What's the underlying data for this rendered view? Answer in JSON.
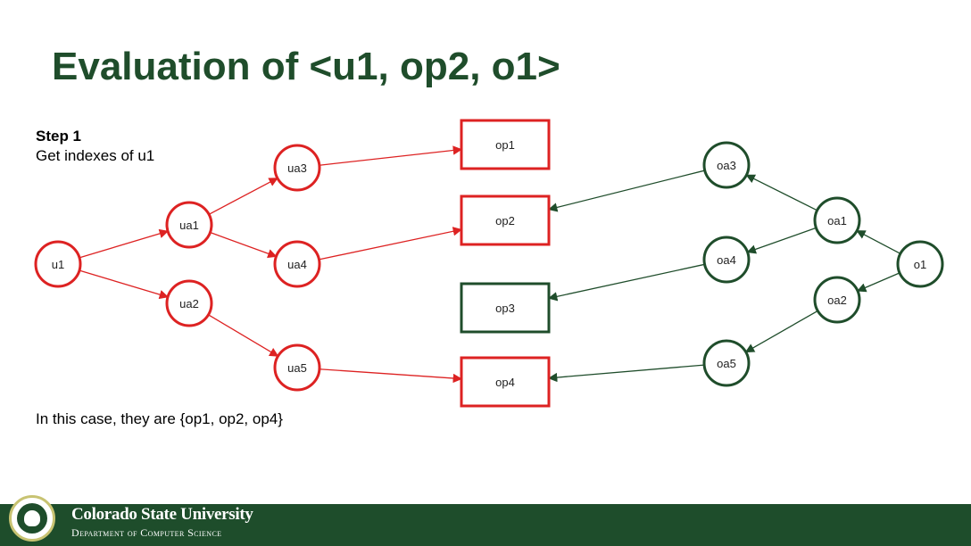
{
  "title": "Evaluation of <u1, op2, o1>",
  "step": {
    "heading": "Step 1",
    "text": "Get indexes of u1"
  },
  "note": "In this case, they are {op1, op2, op4}",
  "colors": {
    "red": "#dd2222",
    "green": "#1f4d2b"
  },
  "nodes": [
    {
      "id": "u1",
      "label": "u1",
      "kind": "circle",
      "color": "red"
    },
    {
      "id": "ua1",
      "label": "ua1",
      "kind": "circle",
      "color": "red"
    },
    {
      "id": "ua2",
      "label": "ua2",
      "kind": "circle",
      "color": "red"
    },
    {
      "id": "ua3",
      "label": "ua3",
      "kind": "circle",
      "color": "red"
    },
    {
      "id": "ua4",
      "label": "ua4",
      "kind": "circle",
      "color": "red"
    },
    {
      "id": "ua5",
      "label": "ua5",
      "kind": "circle",
      "color": "red"
    },
    {
      "id": "op1",
      "label": "op1",
      "kind": "box",
      "color": "red"
    },
    {
      "id": "op2",
      "label": "op2",
      "kind": "box",
      "color": "red"
    },
    {
      "id": "op3",
      "label": "op3",
      "kind": "box",
      "color": "green"
    },
    {
      "id": "op4",
      "label": "op4",
      "kind": "box",
      "color": "red"
    },
    {
      "id": "oa1",
      "label": "oa1",
      "kind": "circle",
      "color": "green"
    },
    {
      "id": "oa2",
      "label": "oa2",
      "kind": "circle",
      "color": "green"
    },
    {
      "id": "oa3",
      "label": "oa3",
      "kind": "circle",
      "color": "green"
    },
    {
      "id": "oa4",
      "label": "oa4",
      "kind": "circle",
      "color": "green"
    },
    {
      "id": "oa5",
      "label": "oa5",
      "kind": "circle",
      "color": "green"
    },
    {
      "id": "o1",
      "label": "o1",
      "kind": "circle",
      "color": "green"
    }
  ],
  "edges": [
    {
      "from": "u1",
      "to": "ua1",
      "color": "red"
    },
    {
      "from": "u1",
      "to": "ua2",
      "color": "red"
    },
    {
      "from": "ua1",
      "to": "ua3",
      "color": "red"
    },
    {
      "from": "ua1",
      "to": "ua4",
      "color": "red"
    },
    {
      "from": "ua2",
      "to": "ua5",
      "color": "red"
    },
    {
      "from": "ua3",
      "to": "op1",
      "color": "red"
    },
    {
      "from": "ua4",
      "to": "op2",
      "color": "red"
    },
    {
      "from": "ua5",
      "to": "op4",
      "color": "red"
    },
    {
      "from": "oa3",
      "to": "op2",
      "color": "green"
    },
    {
      "from": "oa4",
      "to": "op3",
      "color": "green"
    },
    {
      "from": "oa5",
      "to": "op4",
      "color": "green"
    },
    {
      "from": "oa1",
      "to": "oa3",
      "color": "green"
    },
    {
      "from": "oa1",
      "to": "oa4",
      "color": "green"
    },
    {
      "from": "oa2",
      "to": "oa5",
      "color": "green"
    },
    {
      "from": "o1",
      "to": "oa1",
      "color": "green"
    },
    {
      "from": "o1",
      "to": "oa2",
      "color": "green"
    }
  ],
  "footer": {
    "university": "Colorado State University",
    "department": "Department of Computer Science"
  }
}
